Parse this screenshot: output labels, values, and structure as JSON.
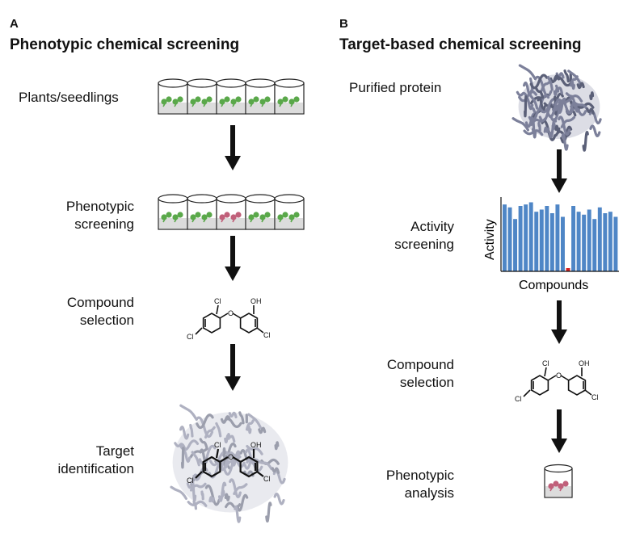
{
  "panel_a": {
    "letter": "A",
    "title": "Phenotypic chemical screening",
    "steps": [
      {
        "lines": [
          "Plants/seedlings"
        ]
      },
      {
        "lines": [
          "Phenotypic",
          "screening"
        ]
      },
      {
        "lines": [
          "Compound",
          "selection"
        ]
      },
      {
        "lines": [
          "Target",
          "identification"
        ]
      }
    ]
  },
  "panel_b": {
    "letter": "B",
    "title": "Target-based chemical screening",
    "steps": [
      {
        "lines": [
          "Purified protein"
        ]
      },
      {
        "lines": [
          "Activity",
          "screening"
        ]
      },
      {
        "lines": [
          "Compound",
          "selection"
        ]
      },
      {
        "lines": [
          "Phenotypic",
          "analysis"
        ]
      }
    ]
  },
  "molecule": {
    "cl_left_top": "Cl",
    "cl_left_bottom": "Cl",
    "oh": "OH",
    "o": "O",
    "cl_right": "Cl"
  },
  "colors": {
    "seedling_green": "#5aa84a",
    "seedling_pink": "#c0607a",
    "bar_blue": "#4f86c6",
    "hit_red": "#d62020",
    "protein": "#6e7390",
    "arrow": "#111111"
  },
  "chart_data": {
    "type": "bar",
    "xlabel": "Compounds",
    "ylabel": "Activity",
    "values": [
      0.92,
      0.88,
      0.72,
      0.9,
      0.92,
      0.95,
      0.82,
      0.85,
      0.9,
      0.8,
      0.92,
      0.75,
      0.0,
      0.9,
      0.82,
      0.78,
      0.85,
      0.72,
      0.88,
      0.8,
      0.82,
      0.75
    ],
    "highlight_index": 12,
    "ylim": [
      0,
      1
    ]
  }
}
